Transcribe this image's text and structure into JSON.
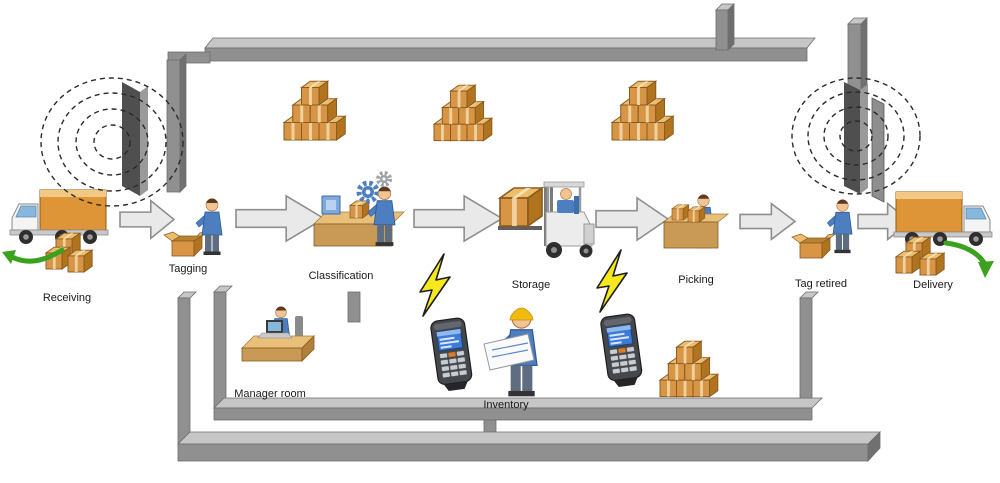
{
  "diagram": {
    "type": "warehouse-rfid-process-flow",
    "labels": {
      "receiving": "Receiving",
      "tagging": "Tagging",
      "classification": "Classification",
      "storage": "Storage",
      "picking": "Picking",
      "tag_retired": "Tag retired",
      "delivery": "Delivery",
      "manager_room": "Manager room",
      "inventory": "Inventory"
    },
    "icons": {
      "rfid_gate": "concentric-dashed-rings-with-antenna-panel",
      "truck": "delivery-truck",
      "carton_stack": "box-pyramid",
      "forklift": "forklift-with-carton",
      "lightning": "lightning-bolt",
      "scanner": "handheld-rfid-scanner",
      "worker": "blue-shirt-worker",
      "gear": "process-gears",
      "green_arrow": "curved-green-arrow",
      "flow_arrow": "block-arrow-right"
    },
    "colors": {
      "wall_gray": "#909090",
      "wall_light": "#C6C6C6",
      "carton_orange": "#D89545",
      "carton_top": "#EDBD6E",
      "person_blue": "#4D7EBF",
      "lightning_yellow": "#F7E81E",
      "arrow_fill": "#E9E9E9",
      "green_arrow": "#3AA21E",
      "screen_blue": "#3D7BD6"
    }
  }
}
